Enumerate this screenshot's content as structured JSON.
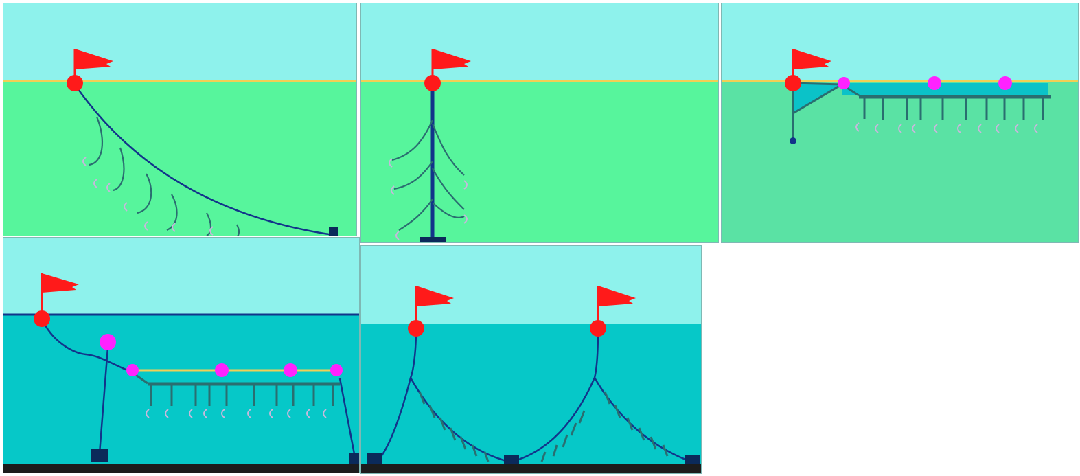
{
  "panels": [
    {
      "id": "panel-1",
      "sky_color": "#8ef2ec",
      "water_color": "#57f59c",
      "depiction": "longline-sloping-to-bottom"
    },
    {
      "id": "panel-2",
      "sky_color": "#8ef2ec",
      "water_color": "#57f59c",
      "depiction": "vertical-line-with-hooks"
    },
    {
      "id": "panel-3",
      "sky_color": "#8ef2ec",
      "water_color": "#5ae2a4",
      "depiction": "surface-longline-with-floats"
    },
    {
      "id": "panel-4",
      "sky_color": "#8ef2ec",
      "water_color": "#06c8c8",
      "depiction": "midwater-longline-anchored"
    },
    {
      "id": "panel-5",
      "sky_color": "#8ef2ec",
      "water_color": "#06c8c8",
      "depiction": "bottom-longline-two-buoys"
    }
  ],
  "colors": {
    "flag": "#ff1a1a",
    "buoy": "#ff1a1a",
    "float": "#ff22ff",
    "main_line": "#12348a",
    "branch_line": "#2a6e70",
    "hook": "#c7b8dc",
    "seabed": "#1c1c1c",
    "anchor": "#0b2a5a",
    "surface_line": "#f2cf55"
  },
  "icons": [
    "flag-icon",
    "buoy-icon",
    "float-icon",
    "anchor-icon",
    "hook-icon"
  ]
}
